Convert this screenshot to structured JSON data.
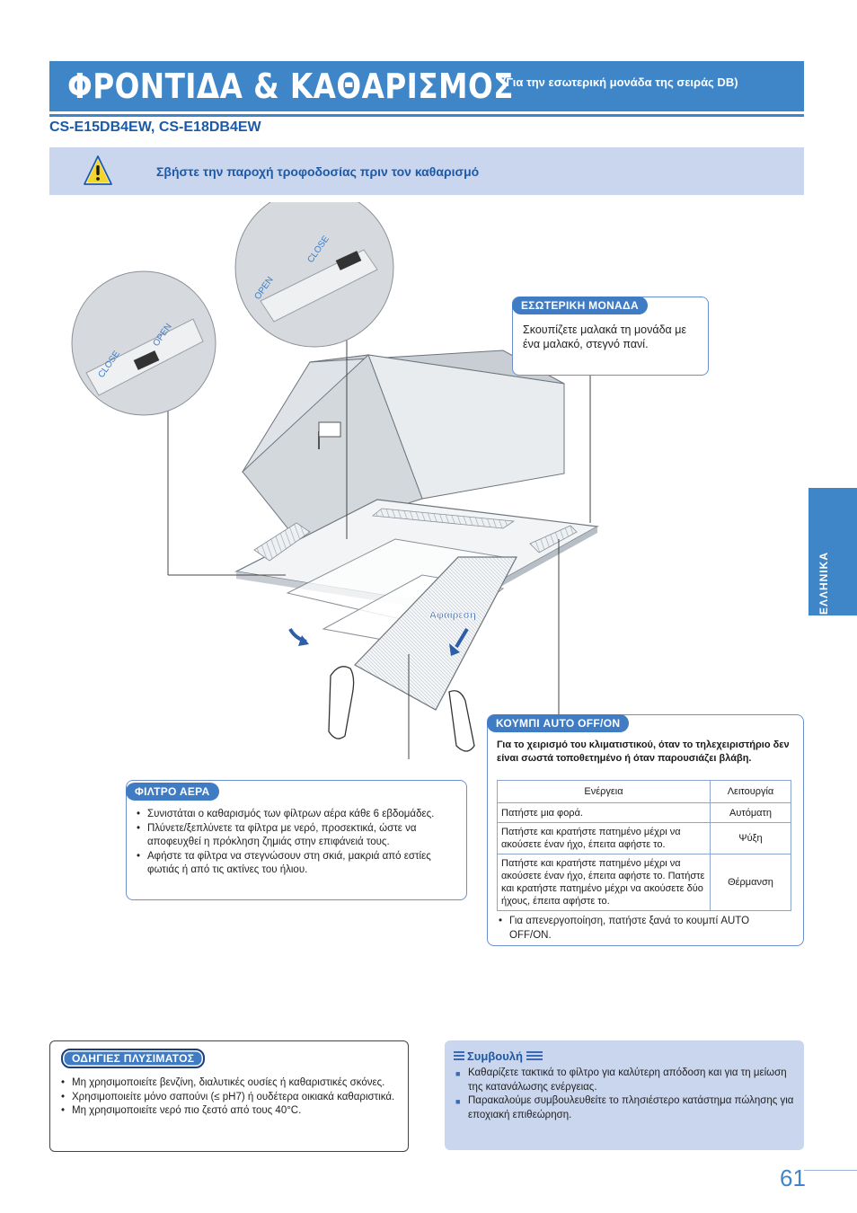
{
  "header": {
    "title": "ΦΡΟΝΤΙΔΑ & ΚΑΘΑΡΙΣΜΟΣ",
    "subtitle": "(Για την εσωτερική μονάδα της σειράς DB)",
    "models": "CS-E15DB4EW, CS-E18DB4EW"
  },
  "warning": {
    "text": "Σβήστε την παροχή τροφοδοσίας πριν τον καθαρισμό",
    "icon": "warning-triangle-icon"
  },
  "illustration": {
    "zoom_left": {
      "close": "CLOSE",
      "open": "OPEN"
    },
    "zoom_right": {
      "open": "OPEN",
      "close": "CLOSE"
    },
    "removal_label": "Αφαίρεση"
  },
  "indoor_unit": {
    "tab": "ΕΣΩΤΕΡΙΚΗ ΜΟΝΑΔΑ",
    "text": "Σκουπίζετε μαλακά τη μονάδα με ένα μαλακό, στεγνό πανί."
  },
  "auto_button": {
    "tab": "ΚΟΥΜΠΙ AUTO OFF/ON",
    "intro": "Για το χειρισμό του κλιματιστικού, όταν το τηλεχειριστήριο δεν είναι σωστά τοποθετημένο ή όταν παρουσιάζει βλάβη.",
    "table_headers": [
      "Ενέργεια",
      "Λειτουργία"
    ],
    "rows": [
      {
        "action": "Πατήστε μια φορά.",
        "mode": "Αυτόματη"
      },
      {
        "action": "Πατήστε και κρατήστε πατημένο μέχρι να ακούσετε έναν ήχο, έπειτα αφήστε το.",
        "mode": "Ψύξη"
      },
      {
        "action": "Πατήστε και κρατήστε πατημένο μέχρι να ακούσετε έναν ήχο, έπειτα αφήστε το. Πατήστε και κρατήστε πατημένο μέχρι να ακούσετε δύο ήχους, έπειτα αφήστε το.",
        "mode": "Θέρμανση"
      }
    ],
    "note": "Για απενεργοποίηση, πατήστε ξανά το κουμπί AUTO OFF/ON."
  },
  "air_filter": {
    "tab": "ΦΙΛΤΡΟ ΑΕΡΑ",
    "bullets": [
      "Συνιστάται ο καθαρισμός των φίλτρων αέρα κάθε 6 εβδομάδες.",
      "Πλύνετε/ξεπλύνετε τα φίλτρα με νερό, προσεκτικά, ώστε να αποφευχθεί η πρόκληση ζημιάς στην επιφάνειά τους.",
      "Αφήστε τα φίλτρα να στεγνώσουν στη σκιά, μακριά από εστίες φωτιάς ή από τις ακτίνες του ήλιου."
    ]
  },
  "washing": {
    "tab": "ΟΔΗΓΙΕΣ ΠΛΥΣΙΜΑΤΟΣ",
    "bullets": [
      "Μη χρησιμοποιείτε βενζίνη, διαλυτικές ουσίες ή καθαριστικές σκόνες.",
      "Χρησιμοποιείτε μόνο σαπούνι (≤ pH7) ή ουδέτερα οικιακά καθαριστικά.",
      "Μη χρησιμοποιείτε νερό πιο ζεστό από τους 40°C."
    ]
  },
  "tip": {
    "title": "Συμβουλή",
    "bullets": [
      "Καθαρίζετε τακτικά το φίλτρο για καλύτερη απόδοση και για τη μείωση της κατανάλωσης ενέργειας.",
      "Παρακαλούμε συμβουλευθείτε το πλησιέστερο κατάστημα πώλησης για εποχιακή επιθεώρηση."
    ]
  },
  "side_tab": "ΕΛΛΗΝΙΚΑ",
  "page_number": "61"
}
